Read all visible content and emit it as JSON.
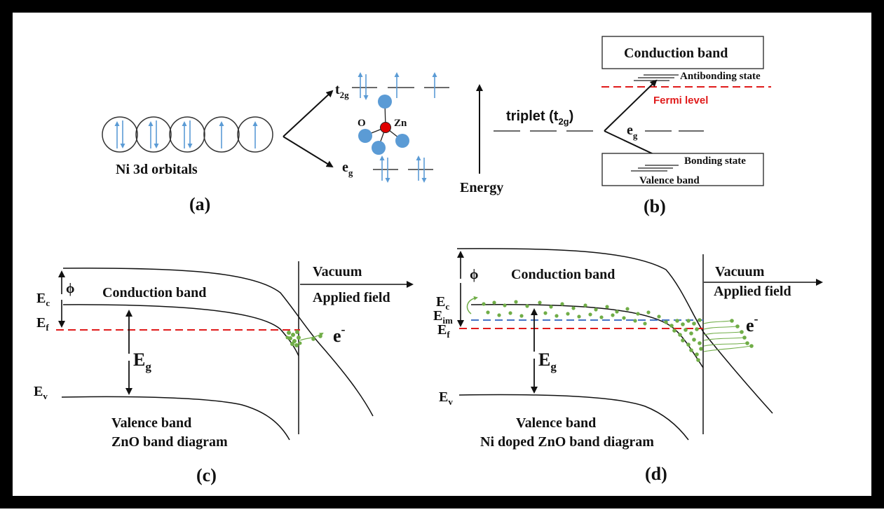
{
  "panel_a": {
    "orbitals_label": "Ni 3d orbitals",
    "t2g": {
      "main": "t",
      "sub": "2g"
    },
    "eg": {
      "main": "e",
      "sub": "g"
    },
    "atom_o": "O",
    "atom_zn": "Zn",
    "energy": "Energy",
    "caption": "(a)"
  },
  "panel_b": {
    "conduction_band": "Conduction band",
    "antibonding": "Antibonding state",
    "fermi_level": "Fermi level",
    "triplet": {
      "main": "triplet (t",
      "sub": "2g",
      "close": ")"
    },
    "eg": {
      "main": "e",
      "sub": "g"
    },
    "bonding": "Bonding state",
    "valence_band": "Valence band",
    "caption": "(b)"
  },
  "panel_c": {
    "phi": "ϕ",
    "ec": {
      "main": "E",
      "sub": "c"
    },
    "ef": {
      "main": "E",
      "sub": "f"
    },
    "ev": {
      "main": "E",
      "sub": "v"
    },
    "eg": {
      "main": "E",
      "sub": "g"
    },
    "conduction_band": "Conduction band",
    "vacuum": "Vacuum",
    "applied_field": "Applied field",
    "electron": {
      "main": "e",
      "sup": "-"
    },
    "valence_band": "Valence band",
    "title": "ZnO band diagram",
    "caption": "(c)"
  },
  "panel_d": {
    "phi": "ϕ",
    "ec": {
      "main": "E",
      "sub": "c"
    },
    "eim": {
      "main": "E",
      "sub": "im"
    },
    "ef": {
      "main": "E",
      "sub": "f"
    },
    "ev": {
      "main": "E",
      "sub": "v"
    },
    "eg": {
      "main": "E",
      "sub": "g"
    },
    "conduction_band": "Conduction band",
    "vacuum": "Vacuum",
    "applied_field": "Applied field",
    "electron": {
      "main": "e",
      "sup": "-"
    },
    "valence_band": "Valence band",
    "title": "Ni doped ZnO band diagram",
    "caption": "(d)"
  },
  "colors": {
    "frame": "#000000",
    "spin_arrow": "#5b9bd5",
    "atom_o": "#5b9bd5",
    "atom_zn": "#e00000",
    "fermi_line": "#e01b1b",
    "impurity_line": "#4472c4",
    "electrons": "#70ad47"
  }
}
